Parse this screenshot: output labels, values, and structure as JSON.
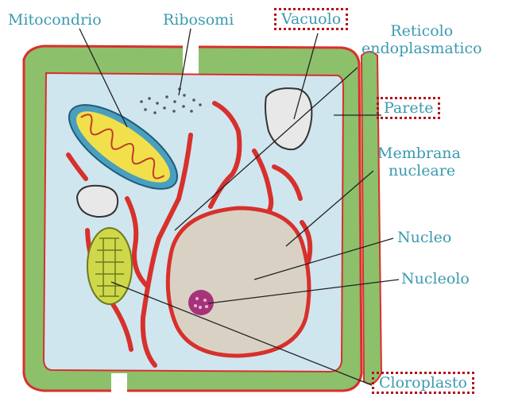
{
  "labels": {
    "mitocondrio": "Mitocondrio",
    "ribosomi": "Ribosomi",
    "vacuolo": "Vacuolo",
    "reticolo_line1": "Reticolo",
    "reticolo_line2": "endoplasmatico",
    "parete": "Parete",
    "membrana_line1": "Membrana",
    "membrana_line2": "nucleare",
    "nucleo": "Nucleo",
    "nucleolo": "Nucleolo",
    "cloroplasto": "Cloroplasto"
  },
  "highlighted": [
    "Vacuolo",
    "Parete",
    "Cloroplasto"
  ],
  "colors": {
    "label_text": "#3a9ab0",
    "highlight_border": "#b3121b",
    "cell_wall": "#8cc06a",
    "membrane_red": "#d8302c",
    "cytoplasm": "#cfe6ef",
    "nucleus_fill": "#d9d2c4",
    "chloroplast_fill": "#cfd84a",
    "mitochondrion_outer": "#4a9fbe",
    "mitochondrion_inner": "#f1e04a",
    "nucleolus": "#a6337a"
  }
}
